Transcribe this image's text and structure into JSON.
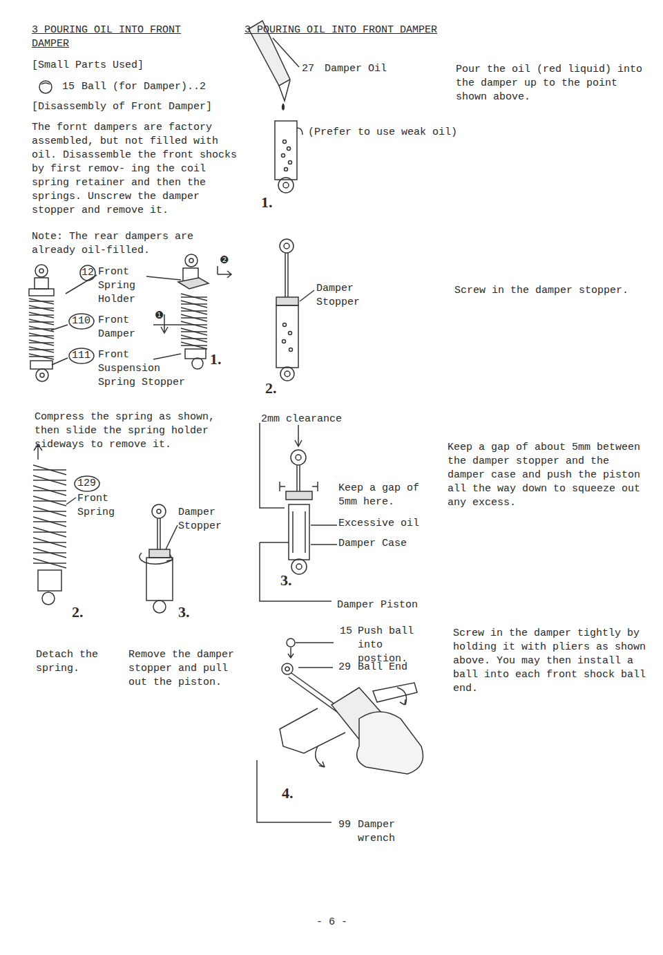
{
  "diagram": {
    "title": "3 POURING OIL INTO FRONT DAMPER",
    "labels": [
      "3 POURING OIL INTO FRONT DAMPER",
      "[Small Parts Used]",
      "15",
      "Ball (for Damper)..2",
      "[Disassembly of Front Damper]",
      "The fornt dampers are factory assembled, but not filled with oil. Disassemble the front shocks by first remov- ing the coil spring retainer and then the springs. Unscrew the damper stopper and remove it.",
      "Note: The rear dampers are already oil-filled.",
      "12",
      "Front Spring Holder",
      "110",
      "Front Damper",
      "111",
      "Front Suspension Spring Stopper",
      "1.",
      "❷",
      "❶",
      "Compress the spring as shown, then slide the spring holder sideways to remove it.",
      "129",
      "Front Spring",
      "Damper Stopper",
      "2.",
      "3.",
      "Detach the spring.",
      "Remove the damper stopper and pull out the piston.",
      "27",
      "Damper Oil",
      "Pour the oil (red liquid) into the damper up to the point shown above.",
      "(Prefer to use weak oil)",
      "1.",
      "Damper Stopper",
      "Screw in the damper stopper.",
      "2.",
      "2mm clearance",
      "Keep a gap of 5mm here.",
      "Excessive oil",
      "Damper Case",
      "3.",
      "Damper Piston",
      "Keep a gap of about 5mm between the damper stopper and the damper case and push the piston all the way down to squeeze out any excess.",
      "15",
      "Push ball into postion.",
      "29",
      "Ball End",
      "4.",
      "99",
      "Damper wrench",
      "Screw in the damper tightly by holding it with pliers as shown above. You may then install a ball into each front shock ball end.",
      "- 6 -"
    ]
  }
}
